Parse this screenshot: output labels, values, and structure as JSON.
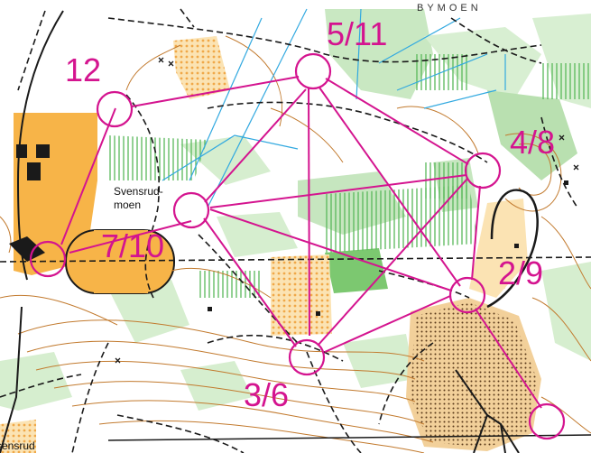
{
  "map": {
    "top_place_name": "BYMOEN",
    "place_name_line1": "Svensrud-",
    "place_name_line2": "moen",
    "edge_place_name": "sensrud",
    "controls": [
      {
        "id": "c12",
        "label": "12"
      },
      {
        "id": "c5-11",
        "label": "5/11"
      },
      {
        "id": "c4-8",
        "label": "4/8"
      },
      {
        "id": "c7-10",
        "label": "7/10"
      },
      {
        "id": "c2-9",
        "label": "2/9"
      },
      {
        "id": "c3-6",
        "label": "3/6"
      },
      {
        "id": "c-unlabeled-a",
        "label": ""
      },
      {
        "id": "c-unlabeled-b",
        "label": ""
      },
      {
        "id": "c-unlabeled-c",
        "label": ""
      }
    ],
    "colors": {
      "course": "#d4148f",
      "open_land": "#f7b448",
      "forest_green": "#8fd08a",
      "water_blue": "#32a9e0",
      "contour_brown": "#c27a2e",
      "track_black": "#1a1a1a"
    }
  }
}
